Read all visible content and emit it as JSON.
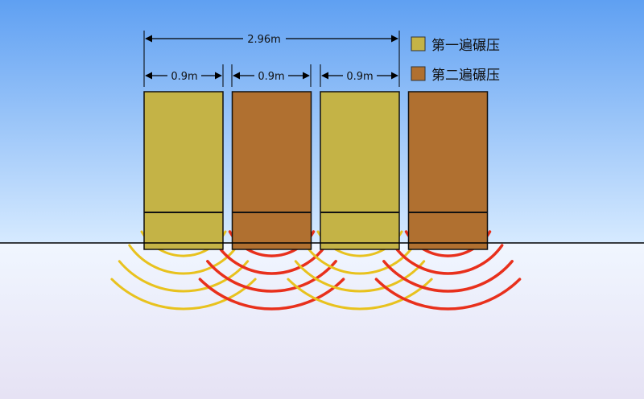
{
  "dimensions": {
    "total": "2.96m",
    "segments": [
      "0.9m",
      "0.9m",
      "0.9m"
    ]
  },
  "legend": [
    {
      "label": "第一遍碾压",
      "color": "#c4b346"
    },
    {
      "label": "第二遍碾压",
      "color": "#b07030"
    }
  ],
  "rollers": [
    {
      "pass": 1
    },
    {
      "pass": 2
    },
    {
      "pass": 1
    },
    {
      "pass": 2
    }
  ],
  "wave_colors": {
    "first_pass": "#e8c21e",
    "second_pass": "#e8301c"
  },
  "colors": {
    "sky_top": "#5fa0f2",
    "sky_bottom": "#d6eaff",
    "ground_top": "#f0f6ff",
    "ground_bottom": "#e6e2f4"
  }
}
